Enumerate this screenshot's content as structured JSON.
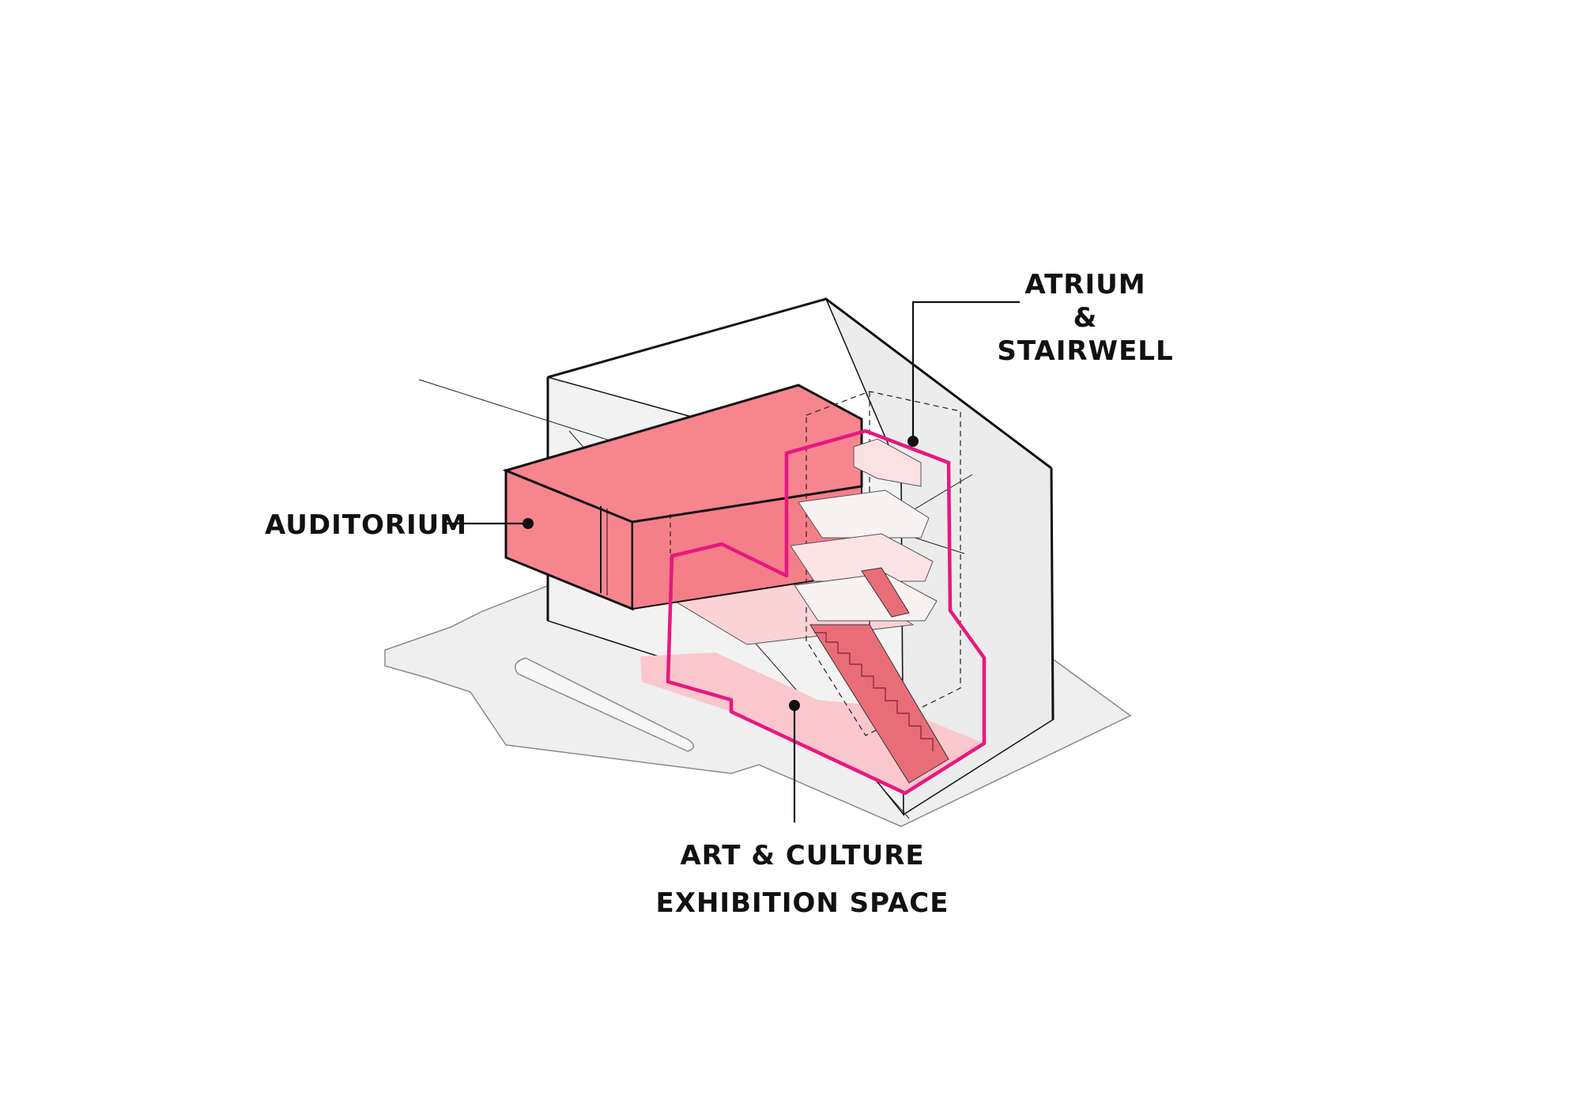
{
  "labels": {
    "atrium_line1": "ATRIUM",
    "atrium_line2": "&",
    "atrium_line3": "STAIRWELL",
    "auditorium": "AUDITORIUM",
    "exhibition_line1": "ART & CULTURE",
    "exhibition_line2": "EXHIBITION SPACE"
  },
  "colors": {
    "auditorium_fill": "#f7858e",
    "auditorium_dark": "#ec6e79",
    "exhibition_fill": "#fac7cc",
    "exhibition_outline": "#e8177f",
    "building_fill": "#f2f2f2",
    "site_fill": "#efefef",
    "stair": "#e06470",
    "line": "#111111"
  }
}
